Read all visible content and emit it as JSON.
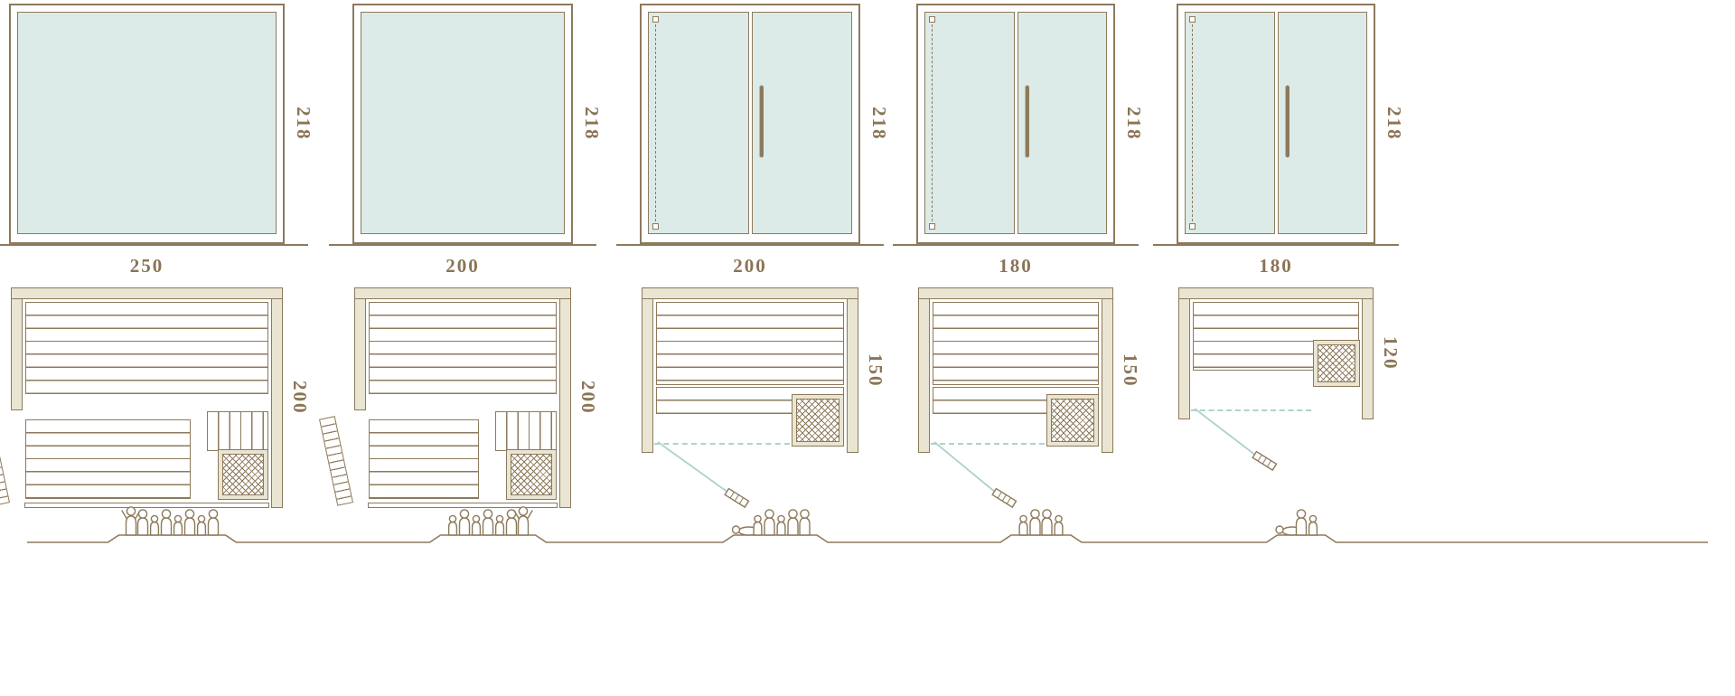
{
  "colors": {
    "line": "#8d7a5c",
    "wall_fill": "#e9e5d2",
    "glass_fill": "#dcebe7",
    "swing_accent": "#aed2cb",
    "label_text": "#8a7456",
    "background": "#ffffff"
  },
  "models": [
    {
      "id": "sauna-250x200",
      "front_view": {
        "width_label": "250",
        "height_label": "218",
        "door_style": "fixed-glass-front"
      },
      "plan_view": {
        "depth_label": "200",
        "door": "side-hinged-left",
        "heater": "bottom-right"
      },
      "capacity": {
        "count": 8,
        "figures": [
          "adult-arms-up",
          "adult",
          "child",
          "adult",
          "child",
          "adult",
          "child",
          "adult"
        ]
      }
    },
    {
      "id": "sauna-200x200",
      "front_view": {
        "width_label": "200",
        "height_label": "218",
        "door_style": "fixed-glass-front"
      },
      "plan_view": {
        "depth_label": "200",
        "door": "side-hinged-left",
        "heater": "bottom-right"
      },
      "capacity": {
        "count": 7,
        "figures": [
          "child",
          "adult",
          "child",
          "adult",
          "child",
          "adult",
          "adult-arms-up"
        ]
      }
    },
    {
      "id": "sauna-200x150",
      "front_view": {
        "width_label": "200",
        "height_label": "218",
        "door_style": "double-glass-door"
      },
      "plan_view": {
        "depth_label": "150",
        "door": "front-swing",
        "heater": "bottom-right"
      },
      "capacity": {
        "count": 6,
        "figures": [
          "reclining",
          "child",
          "adult",
          "child",
          "adult",
          "adult"
        ]
      }
    },
    {
      "id": "sauna-180x150",
      "front_view": {
        "width_label": "180",
        "height_label": "218",
        "door_style": "double-glass-door"
      },
      "plan_view": {
        "depth_label": "150",
        "door": "front-swing",
        "heater": "bottom-right"
      },
      "capacity": {
        "count": 4,
        "figures": [
          "child",
          "adult",
          "adult",
          "child"
        ]
      }
    },
    {
      "id": "sauna-180x120",
      "front_view": {
        "width_label": "180",
        "height_label": "218",
        "door_style": "double-glass-door"
      },
      "plan_view": {
        "depth_label": "120",
        "door": "front-swing",
        "heater": "right"
      },
      "capacity": {
        "count": 3,
        "figures": [
          "reclining",
          "adult",
          "child"
        ]
      }
    }
  ]
}
